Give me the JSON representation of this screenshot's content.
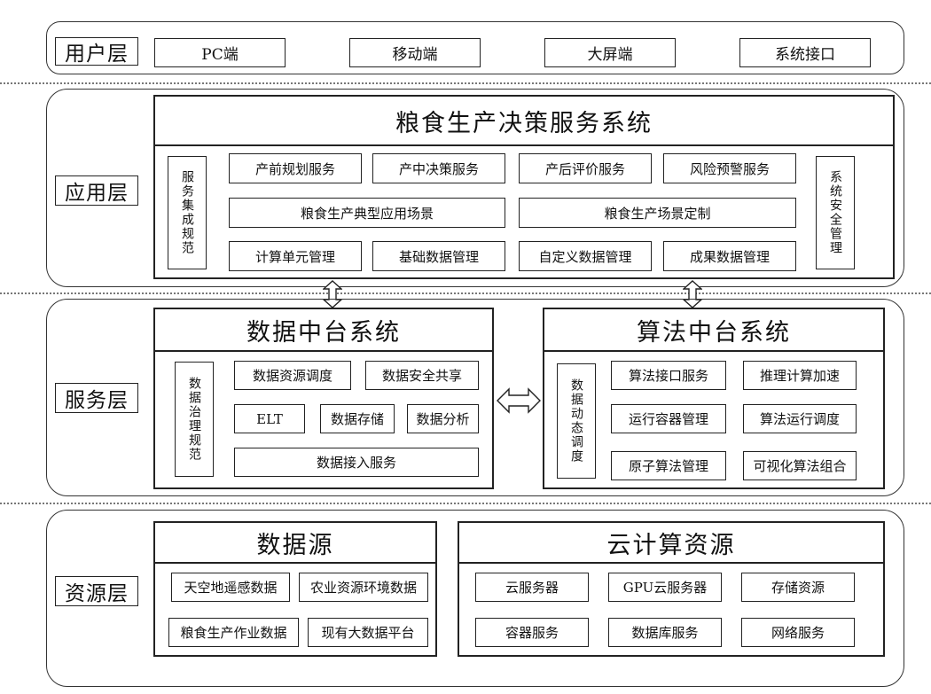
{
  "user_layer": {
    "label": "用户层",
    "items": [
      "PC端",
      "移动端",
      "大屏端",
      "系统接口"
    ]
  },
  "app_layer": {
    "label": "应用层",
    "title": "粮食生产决策服务系统",
    "left_vertical": "服务集成规范",
    "right_vertical": "系统安全管理",
    "row1": [
      "产前规划服务",
      "产中决策服务",
      "产后评价服务",
      "风险预警服务"
    ],
    "row2": [
      "粮食生产典型应用场景",
      "粮食生产场景定制"
    ],
    "row3": [
      "计算单元管理",
      "基础数据管理",
      "自定义数据管理",
      "成果数据管理"
    ]
  },
  "service_layer": {
    "label": "服务层",
    "data_platform": {
      "title": "数据中台系统",
      "vertical": "数据治理规范",
      "items": [
        "数据资源调度",
        "数据安全共享",
        "ELT",
        "数据存储",
        "数据分析",
        "数据接入服务"
      ]
    },
    "algo_platform": {
      "title": "算法中台系统",
      "vertical": "数据动态调度",
      "items": [
        "算法接口服务",
        "推理计算加速",
        "运行容器管理",
        "算法运行调度",
        "原子算法管理",
        "可视化算法组合"
      ]
    }
  },
  "resource_layer": {
    "label": "资源层",
    "data_source": {
      "title": "数据源",
      "items": [
        "天空地遥感数据",
        "农业资源环境数据",
        "粮食生产作业数据",
        "现有大数据平台"
      ]
    },
    "cloud": {
      "title": "云计算资源",
      "items": [
        "云服务器",
        "GPU云服务器",
        "存储资源",
        "容器服务",
        "数据库服务",
        "网络服务"
      ]
    }
  }
}
